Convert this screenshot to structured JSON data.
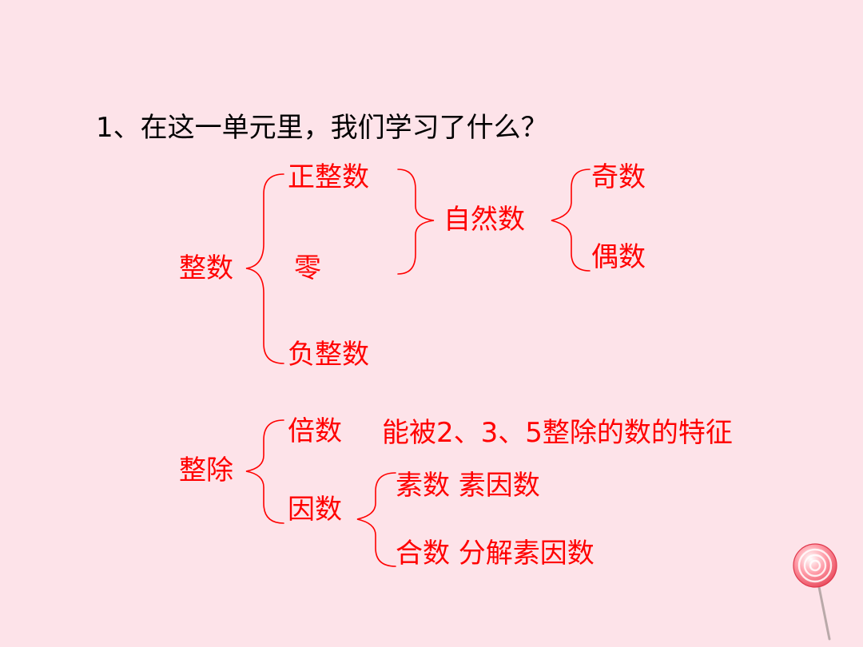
{
  "title": "1、在这一单元里，我们学习了什么？",
  "integers": {
    "root": "整数",
    "positive": "正整数",
    "zero": "零",
    "negative": "负整数",
    "natural": "自然数",
    "odd": "奇数",
    "even": "偶数"
  },
  "divisibility": {
    "root": "整除",
    "multiple": "倍数",
    "multiple_note": "能被2、3、5整除的数的特征",
    "factor": "因数",
    "prime": "素数 素因数",
    "composite": "合数 分解素因数"
  },
  "colors": {
    "background": "#fde3e9",
    "text_red": "#ff0000",
    "title_black": "#000000"
  },
  "decoration_icon": "lollipop-icon"
}
